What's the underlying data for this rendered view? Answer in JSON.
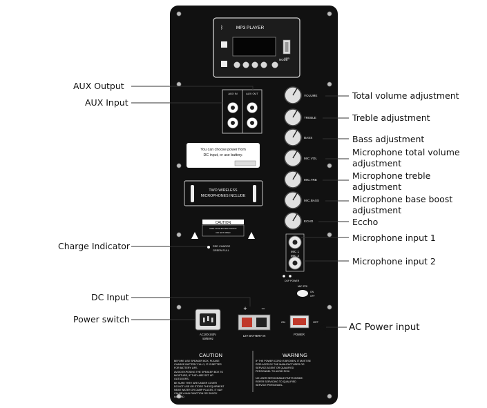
{
  "panel": {
    "mp3_title": "MP3 PLAYER",
    "usb_label": "USB",
    "mode_label": "MODE",
    "aux_in_label": "AUX IN",
    "aux_out_label": "AUX OUT",
    "power_note_line1": "You can choose power from",
    "power_note_line2": "DC input, or use battery.",
    "wireless_line1": "TWO WIRELESS",
    "wireless_line2": "MICROPHONES INCLUDE",
    "caution_small": "CAUTION",
    "caution_small_sub1": "RISK OF ELECTRIC SHOCK",
    "caution_small_sub2": "DO NOT OPEN",
    "charge_line1": "RED CHARGE",
    "charge_line2": "GREEN FULL",
    "knobs": [
      "VOLUME",
      "TREBLE",
      "BASS",
      "MIC VOL",
      "MIC.TRE",
      "MIC.BASS",
      "ECHO"
    ],
    "mic1_label": "MIC 1",
    "mic2_label": "MIC 2",
    "dsp_label": "DSP  POWER",
    "mic_pri_label": "MIC PRI",
    "on_label": "ON",
    "off_label": "OFF",
    "dc_plus": "+",
    "dc_minus": "−",
    "battery_label": "12V BATTERY IN",
    "ac_label_line1": "AC100-240V",
    "ac_label_line2": "50/60Hz",
    "on_switch": "ON",
    "off_switch": "OFF",
    "power_label": "POWER",
    "caution_title": "CAUTION",
    "warning_title": "WARNING",
    "caution_body": [
      "BEFORE USE SPEAKER BOX, PLEASE",
      "CHARGE BATTERY FULLY, IT IS BETTER",
      "FOR BATTERY LIFE.",
      "AVOID EXPOSING THE SPEAKER BOX TO",
      "MOISTURE, IF THEY ARE SET UP",
      "OUTDOORS.",
      "BE SURE THEY ARE UNDER COVER",
      "DO NOT USE OR STORE THE EQUIPMENT",
      "NEAR WATER OR DAMP PLACES, IT MAY",
      "CAUSE A MALFUNCTION OR SHOCK",
      "HAZARD"
    ],
    "warning_body": [
      "IF THE POWER CORD IS BROKEN, IT MUST BE",
      "REPLACED BY THE MANUFACTURER OR",
      "SERVICE AGENT OR QUALIFIED",
      "PERSONNEL TO AVOID RISK.",
      "NO USER SERVICEABLE PARTS INSIDE.",
      "REFER SERVICING TO QUALIFIED",
      "SERVICE PERSONNEL."
    ]
  },
  "callouts": {
    "aux_output": "AUX Output",
    "aux_input": "AUX Input",
    "charge_indicator": "Charge Indicator",
    "dc_input": "DC Input",
    "power_switch": "Power switch",
    "total_volume": "Total volume adjustment",
    "treble": "Treble adjustment",
    "bass": "Bass adjustment",
    "mic_total_volume_1": "Microphone total volume",
    "mic_total_volume_2": "adjustment",
    "mic_treble_1": "Microphone treble",
    "mic_treble_2": "adjustment",
    "mic_bass_1": "Microphone base boost",
    "mic_bass_2": "adjustment",
    "echo": "Eccho",
    "mic_input_1": "Microphone input 1",
    "mic_input_2": "Microphone input 2",
    "ac_power_input": "AC Power input"
  }
}
